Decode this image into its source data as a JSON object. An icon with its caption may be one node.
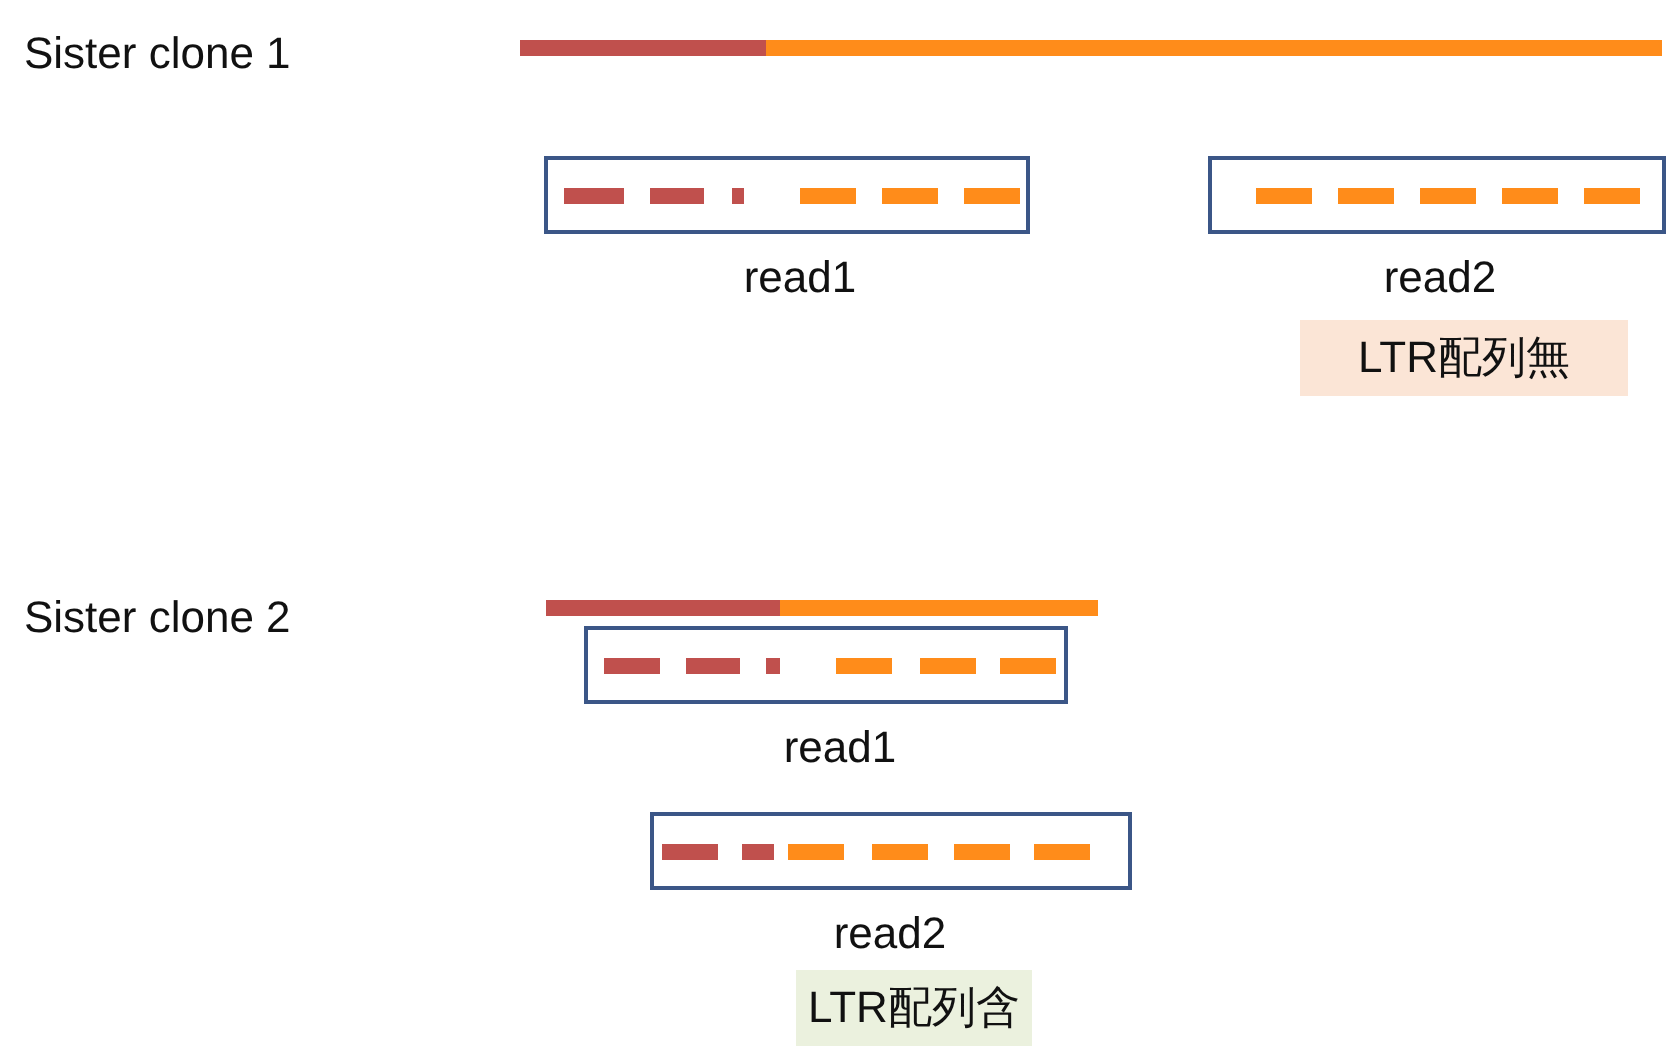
{
  "diagram": {
    "nodes": [
      {
        "text": [
          "read1"
        ]
      },
      {
        "text": [
          "read2"
        ]
      },
      {
        "text": [
          "LTR配列無"
        ]
      },
      {
        "text": [
          "read1"
        ]
      },
      {
        "text": [
          "read2"
        ]
      },
      {
        "text": [
          "LTR配列含"
        ]
      }
    ],
    "labels": [
      "Sister clone 1",
      "Sister clone 2"
    ]
  }
}
